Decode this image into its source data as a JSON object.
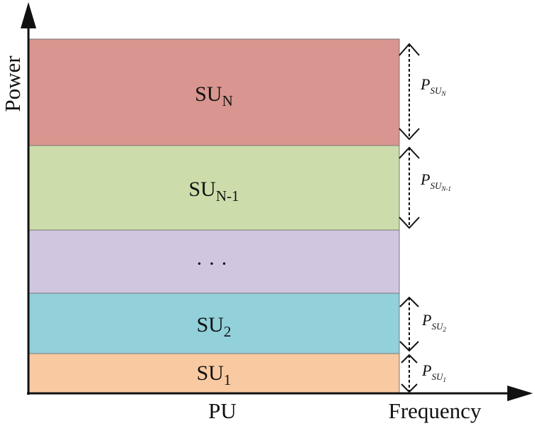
{
  "axes": {
    "y_label": "Power",
    "x_label": "Frequency",
    "base_label": "PU"
  },
  "layers": [
    {
      "id": "sun",
      "name": "SU",
      "sub": "N",
      "fill": "#d9958f"
    },
    {
      "id": "sun1",
      "name": "SU",
      "sub": "N-1",
      "fill": "#ccddab"
    },
    {
      "id": "dots",
      "name": "· · ·",
      "sub": "",
      "fill": "#d0c6df"
    },
    {
      "id": "su2",
      "name": "SU",
      "sub": "2",
      "fill": "#92d0da"
    },
    {
      "id": "su1",
      "name": "SU",
      "sub": "1",
      "fill": "#f9caa2"
    }
  ],
  "power_labels": [
    {
      "main": "P",
      "sub": "SU",
      "subsub": "N"
    },
    {
      "main": "P",
      "sub": "SU",
      "subsub": "N-1"
    },
    {
      "main": "P",
      "sub": "SU",
      "subsub": "2"
    },
    {
      "main": "P",
      "sub": "SU",
      "subsub": "1"
    }
  ],
  "colors": {
    "axis": "#111111",
    "border": "#777777"
  }
}
